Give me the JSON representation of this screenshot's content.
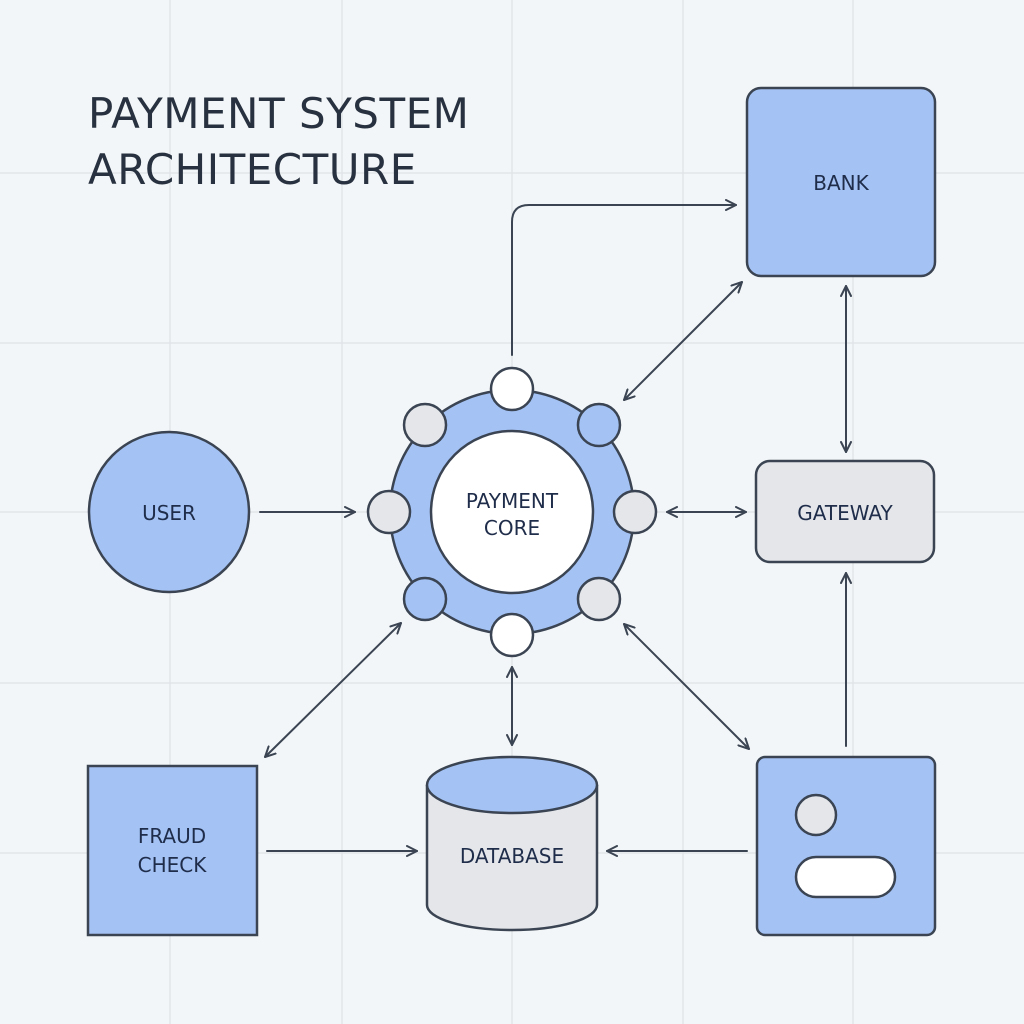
{
  "title": {
    "line1": "PAYMENT SYSTEM",
    "line2": "ARCHITECTURE"
  },
  "colors": {
    "background": "#f3f6f8",
    "grid": "#e1e5e9",
    "stroke": "#3a4452",
    "blue_fill": "#a4c2f4",
    "gray_fill": "#e4e6ea",
    "white_fill": "#ffffff",
    "text": "#1f2d4a"
  },
  "nodes": {
    "bank": {
      "label": "BANK"
    },
    "user": {
      "label": "USER"
    },
    "payment_core": {
      "line1": "PAYMENT",
      "line2": "CORE"
    },
    "gateway": {
      "label": "GATEWAY"
    },
    "fraud_check": {
      "line1": "FRAUD",
      "line2": "CHECK"
    },
    "database": {
      "label": "DATABASE"
    },
    "client_device": {
      "label": ""
    }
  },
  "core_satellites": [
    {
      "position": "top",
      "fill": "white"
    },
    {
      "position": "top-right",
      "fill": "blue"
    },
    {
      "position": "right",
      "fill": "gray"
    },
    {
      "position": "bottom-right",
      "fill": "gray"
    },
    {
      "position": "bottom",
      "fill": "white"
    },
    {
      "position": "bottom-left",
      "fill": "blue"
    },
    {
      "position": "left",
      "fill": "gray"
    },
    {
      "position": "top-left",
      "fill": "gray"
    }
  ],
  "connections": [
    {
      "from": "payment-core",
      "to": "bank",
      "direction": "one-way",
      "route": "elbow"
    },
    {
      "from": "payment-core",
      "to": "bank",
      "direction": "two-way"
    },
    {
      "from": "bank",
      "to": "gateway",
      "direction": "two-way"
    },
    {
      "from": "user",
      "to": "payment-core",
      "direction": "one-way"
    },
    {
      "from": "payment-core",
      "to": "gateway",
      "direction": "two-way"
    },
    {
      "from": "payment-core",
      "to": "fraud-check",
      "direction": "two-way"
    },
    {
      "from": "payment-core",
      "to": "database",
      "direction": "two-way"
    },
    {
      "from": "payment-core",
      "to": "client-device",
      "direction": "two-way"
    },
    {
      "from": "client-device",
      "to": "gateway",
      "direction": "one-way"
    },
    {
      "from": "fraud-check",
      "to": "database",
      "direction": "one-way"
    },
    {
      "from": "client-device",
      "to": "database",
      "direction": "one-way"
    }
  ]
}
